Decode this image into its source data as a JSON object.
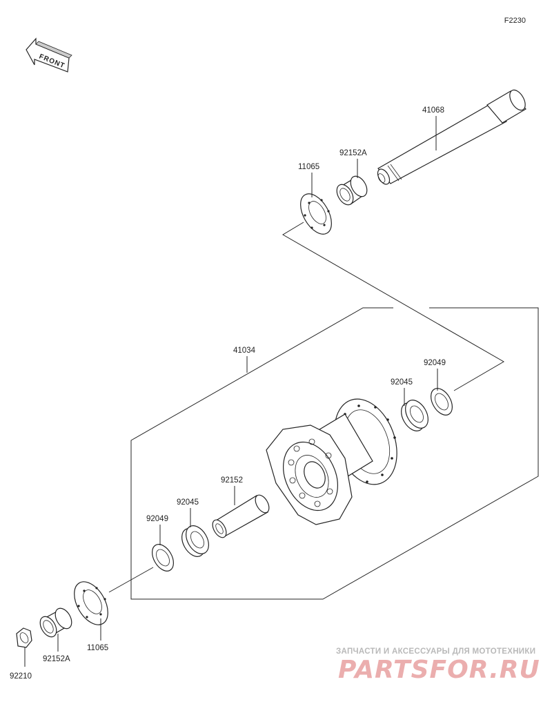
{
  "figure_code": "F2230",
  "front_label": "FRONT",
  "parts": {
    "axle": "41068",
    "collar_top": "92152A",
    "rotor_top": "11065",
    "hub": "41034",
    "bearing_right": "92045",
    "seal_right": "92049",
    "spacer": "92152",
    "bearing_left": "92045",
    "seal_left": "92049",
    "rotor_bottom": "11065",
    "collar_bottom": "92152A",
    "nut": "92210"
  },
  "watermark": {
    "tagline": "ЗАПЧАСТИ И АКСЕССУАРЫ ДЛЯ МОТОТЕХНИКИ",
    "logo": "PARTSFOR.RU"
  }
}
